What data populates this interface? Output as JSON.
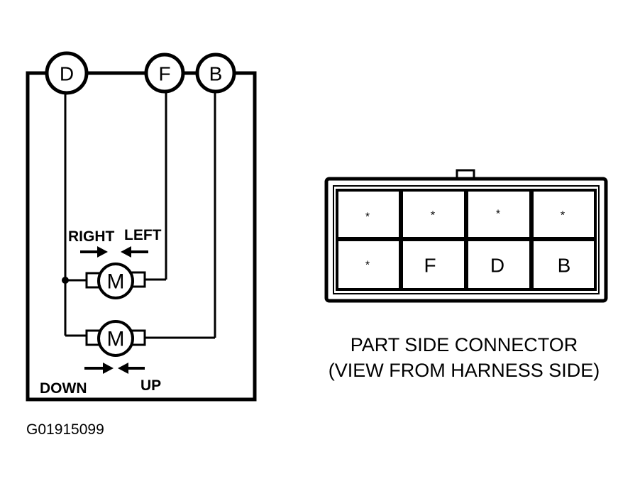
{
  "schematic": {
    "terminals": {
      "d": "D",
      "f": "F",
      "b": "B"
    },
    "motors": {
      "horizontal": "M",
      "vertical": "M"
    },
    "directions": {
      "right": "RIGHT",
      "left": "LEFT",
      "down": "DOWN",
      "up": "UP"
    }
  },
  "connector": {
    "row1": [
      "*",
      "*",
      "*",
      "*"
    ],
    "row2": [
      "*",
      "F",
      "D",
      "B"
    ],
    "caption_line1": "PART SIDE CONNECTOR",
    "caption_line2": "(VIEW FROM HARNESS SIDE)"
  },
  "figure_code": "G01915099"
}
